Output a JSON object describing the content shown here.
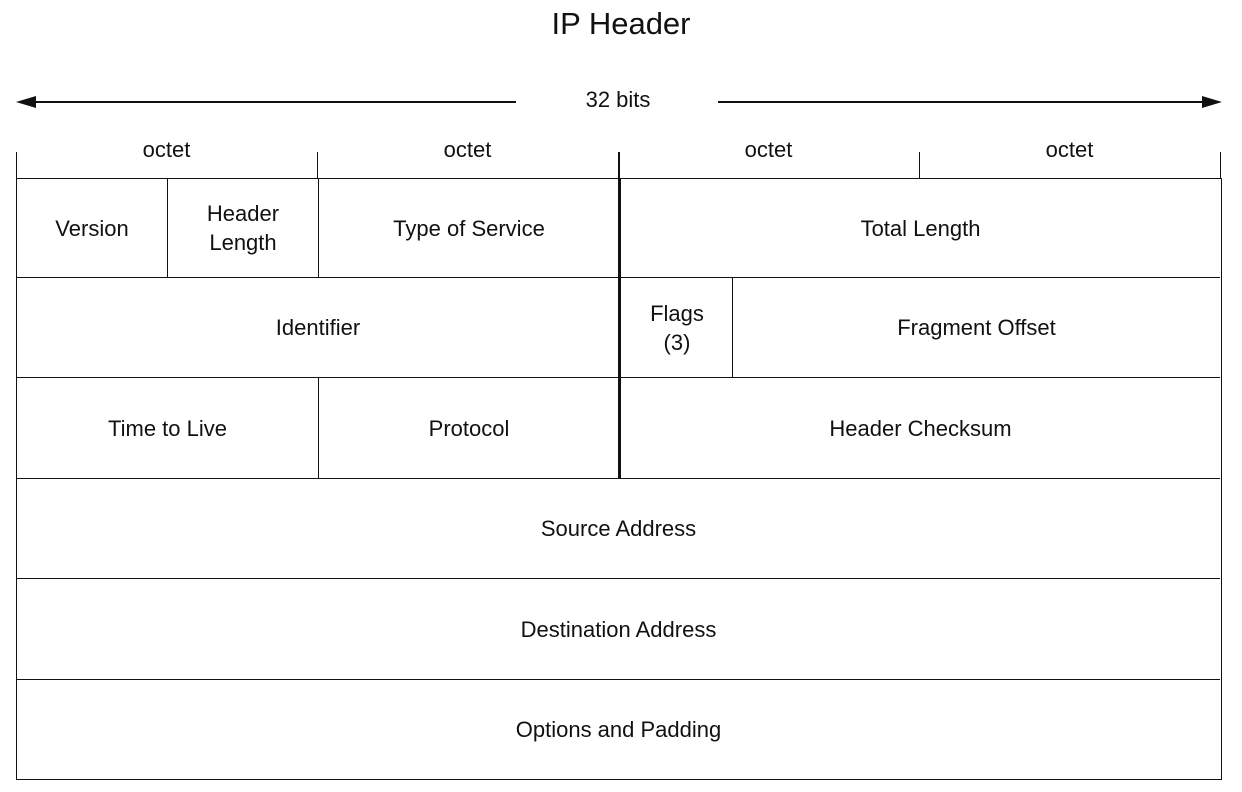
{
  "title": "IP Header",
  "width_label": "32 bits",
  "octets": [
    "octet",
    "octet",
    "octet",
    "octet"
  ],
  "rows": [
    {
      "cells": [
        {
          "name": "field-version",
          "label": "Version"
        },
        {
          "name": "field-header-length",
          "label": "Header\nLength"
        },
        {
          "name": "field-type-of-service",
          "label": "Type of Service"
        },
        {
          "name": "field-total-length",
          "label": "Total Length"
        }
      ]
    },
    {
      "cells": [
        {
          "name": "field-identifier",
          "label": "Identifier"
        },
        {
          "name": "field-flags",
          "label": "Flags\n(3)"
        },
        {
          "name": "field-fragment-offset",
          "label": "Fragment Offset"
        }
      ]
    },
    {
      "cells": [
        {
          "name": "field-time-to-live",
          "label": "Time to Live"
        },
        {
          "name": "field-protocol",
          "label": "Protocol"
        },
        {
          "name": "field-header-checksum",
          "label": "Header Checksum"
        }
      ]
    },
    {
      "cells": [
        {
          "name": "field-source-address",
          "label": "Source Address"
        }
      ]
    },
    {
      "cells": [
        {
          "name": "field-destination-address",
          "label": "Destination Address"
        }
      ]
    },
    {
      "cells": [
        {
          "name": "field-options-and-padding",
          "label": "Options and Padding"
        }
      ]
    }
  ]
}
